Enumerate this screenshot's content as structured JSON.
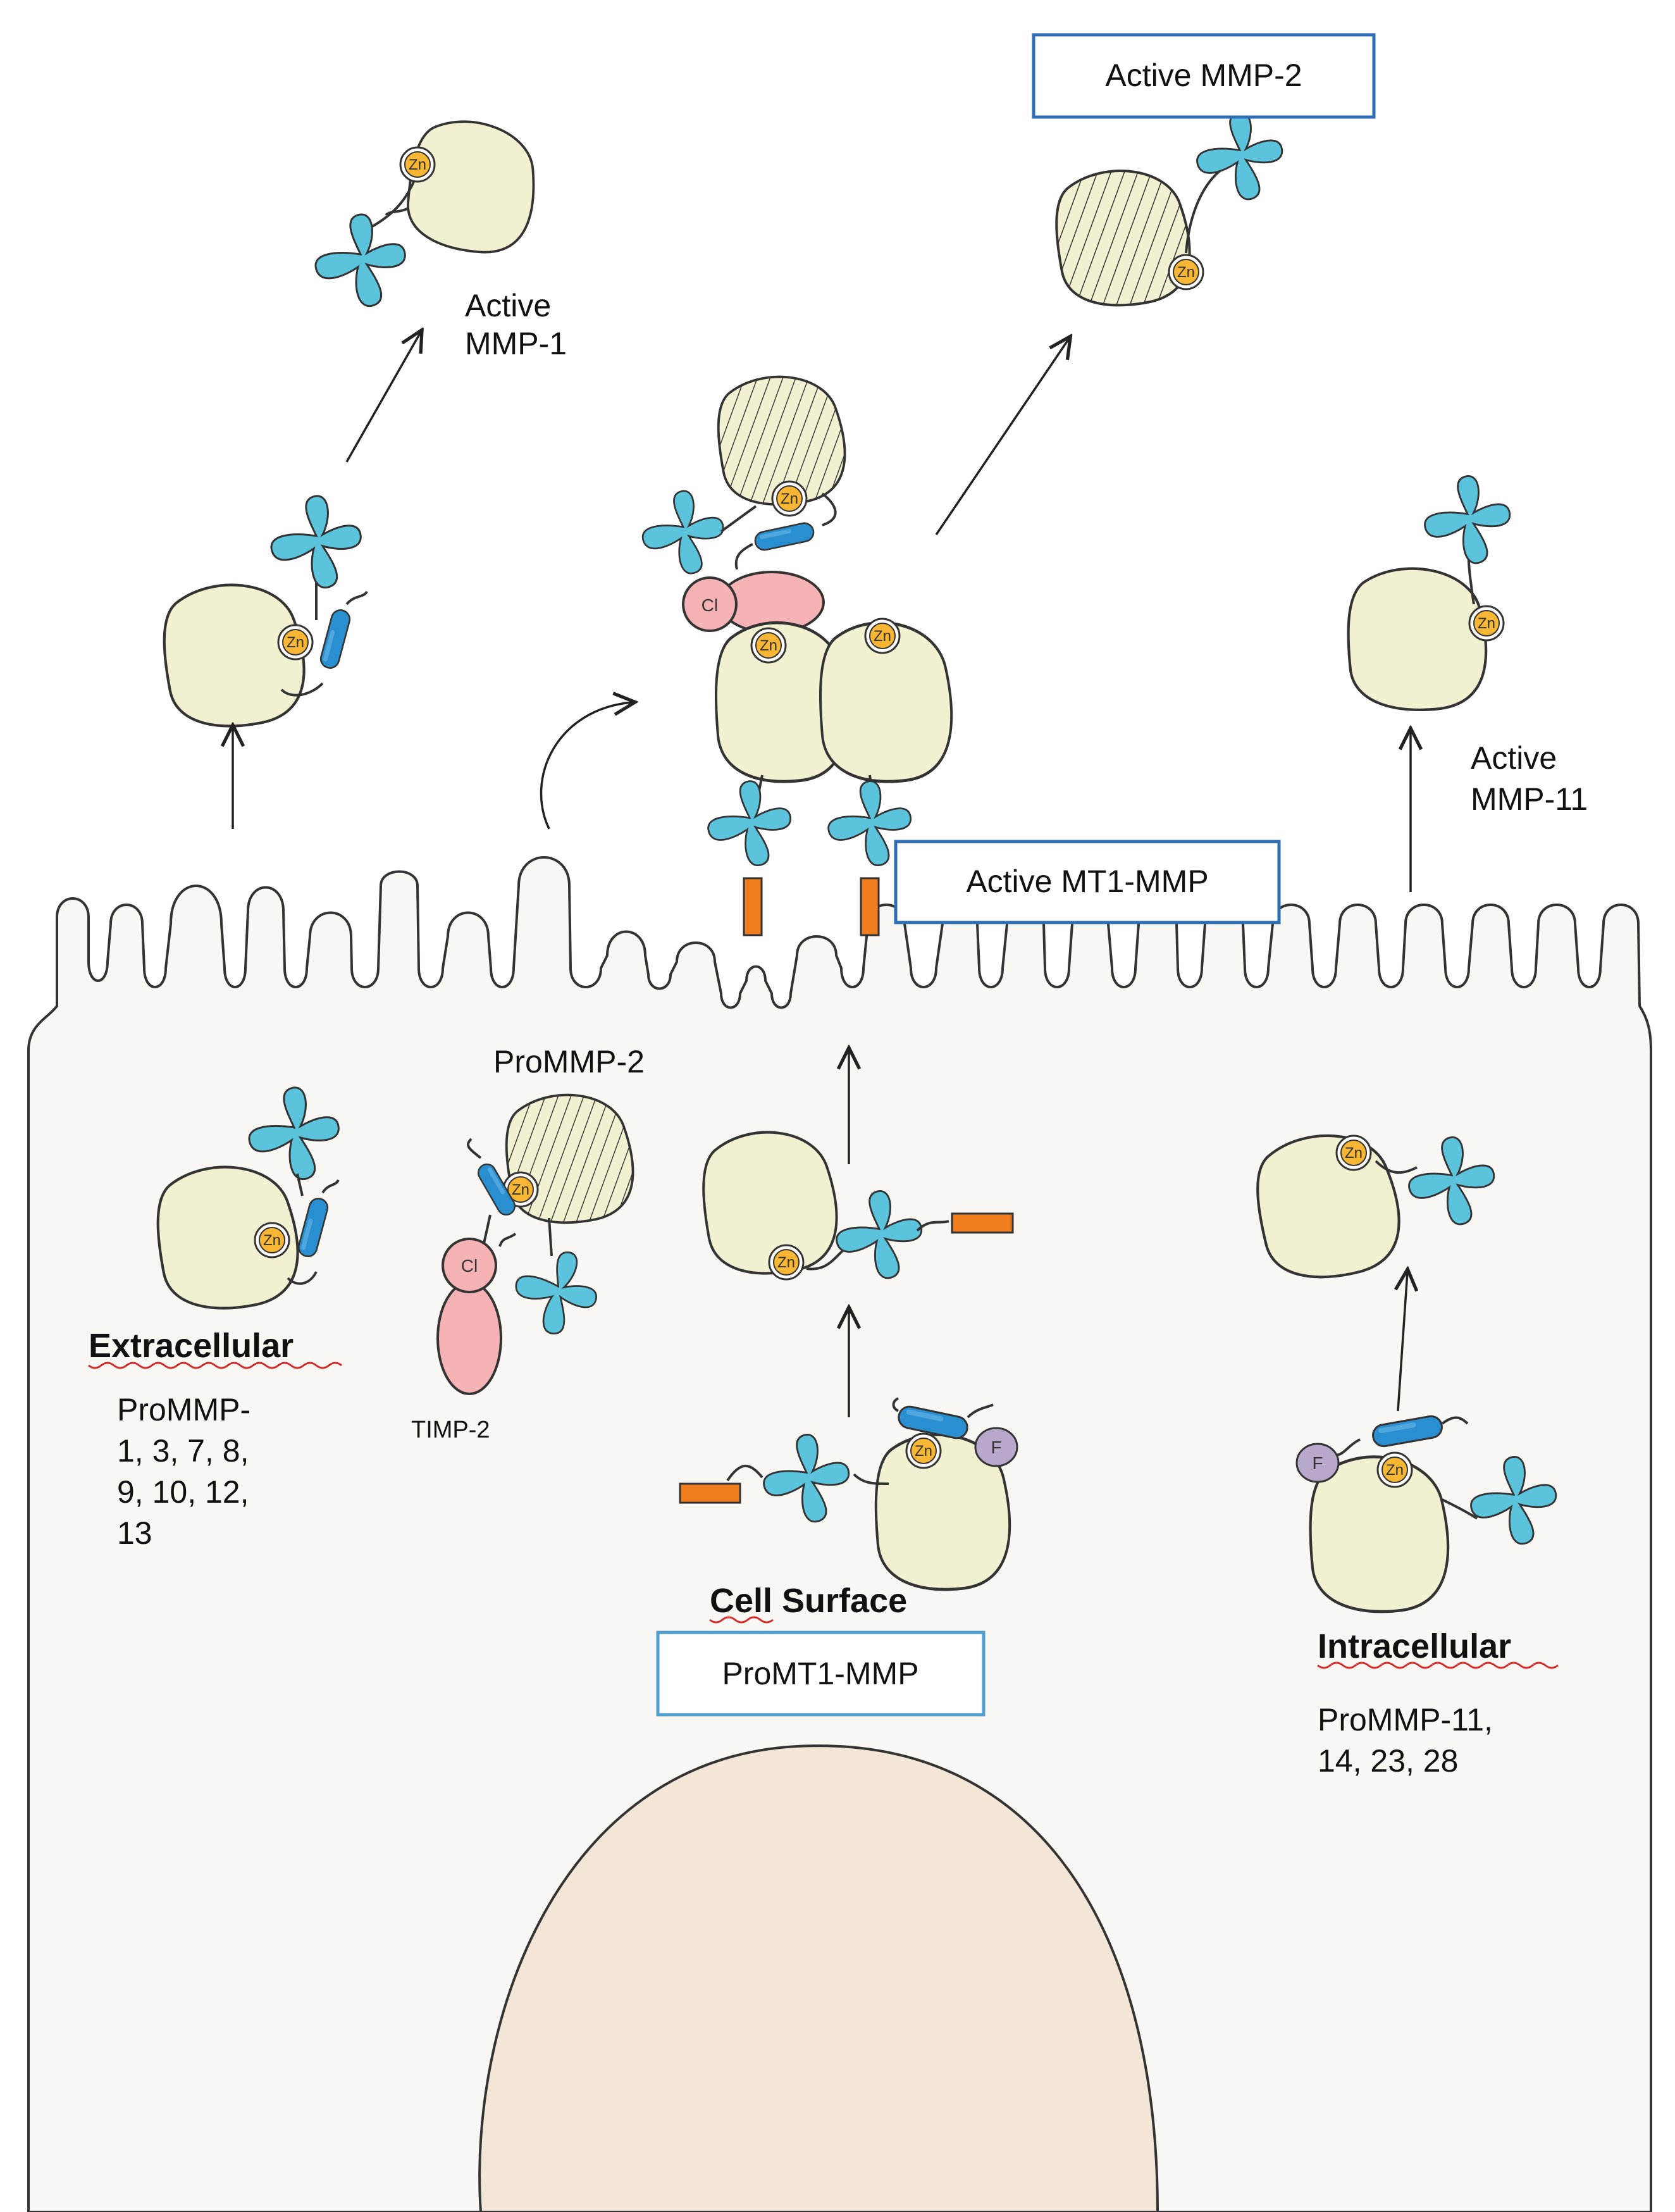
{
  "labels": {
    "active_mmp1": [
      "Active",
      "MMP-1"
    ],
    "active_mmp2": "Active MMP-2",
    "active_mmp11": [
      "Active",
      "MMP-11"
    ],
    "active_mt1mmp": "Active MT1-MMP",
    "prommp2": "ProMMP-2",
    "timp2": "TIMP-2",
    "extracellular_heading": "Extracellular",
    "extracellular_list": [
      "ProMMP-",
      "1, 3, 7, 8,",
      "9, 10, 12,",
      "13"
    ],
    "cell_surface_heading": "Cell Surface",
    "promt1mmp": "ProMT1-MMP",
    "intracellular_heading": "Intracellular",
    "intracellular_list": [
      "ProMMP-11,",
      "14, 23, 28"
    ]
  },
  "glyphs": {
    "zinc": "Zn",
    "chloride": "Cl",
    "furin": "F"
  },
  "colors": {
    "catalytic_domain": "#f1f0d1",
    "hemopexin_domain": "#5bc4dc",
    "prodomain": "#2a8fd0",
    "zinc": "#f7b633",
    "timp2": "#f5b3b5",
    "furin": "#b8a8cc",
    "gpi_anchor": "#f07d1e",
    "cell_body": "#f8f7f3",
    "nucleus": "#f3e6d6",
    "box_border": "#2f6db5"
  }
}
